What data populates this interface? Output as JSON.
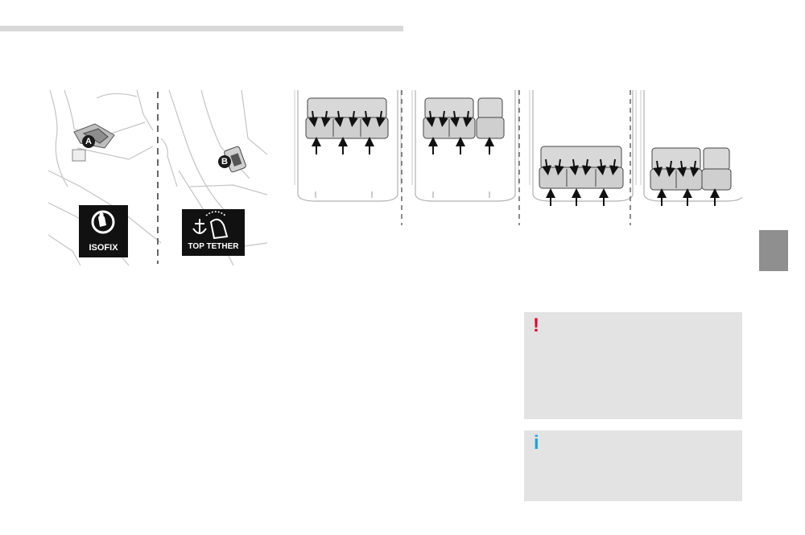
{
  "figure_isofix": {
    "callout_a": "A",
    "callout_b": "B",
    "logo_isofix": "ISOFIX",
    "logo_top_tether": "TOP TETHER"
  },
  "note_boxes": {
    "warning": {
      "icon": "exclamation-icon",
      "glyph": "!",
      "color": "#e4002b"
    },
    "info": {
      "icon": "info-icon",
      "glyph": "i",
      "color": "#1aa7e0"
    }
  },
  "colors": {
    "rule": "#d9d9d9",
    "side_tab": "#8f8f8f",
    "note_background": "#e3e3e3"
  }
}
